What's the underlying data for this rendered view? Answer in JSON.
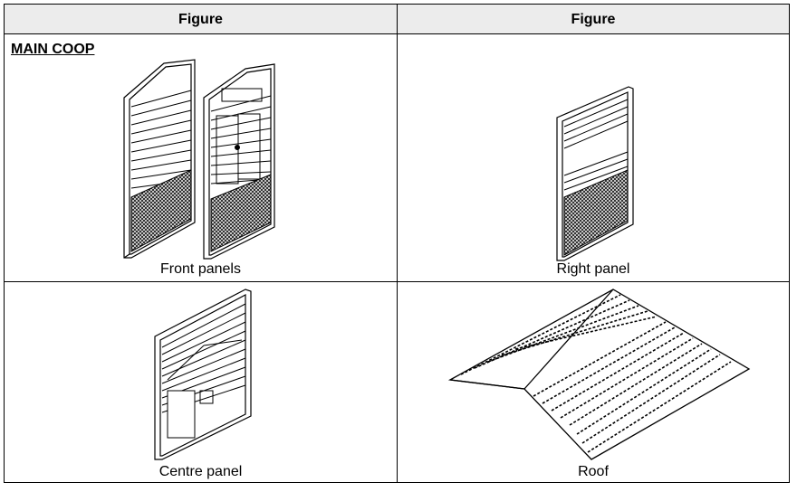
{
  "table": {
    "headers": [
      "Figure",
      "Figure"
    ],
    "section_title": "MAIN COOP",
    "cells": [
      {
        "caption": "Front panels"
      },
      {
        "caption": "Right panel"
      },
      {
        "caption": "Centre panel"
      },
      {
        "caption": "Roof"
      }
    ]
  }
}
